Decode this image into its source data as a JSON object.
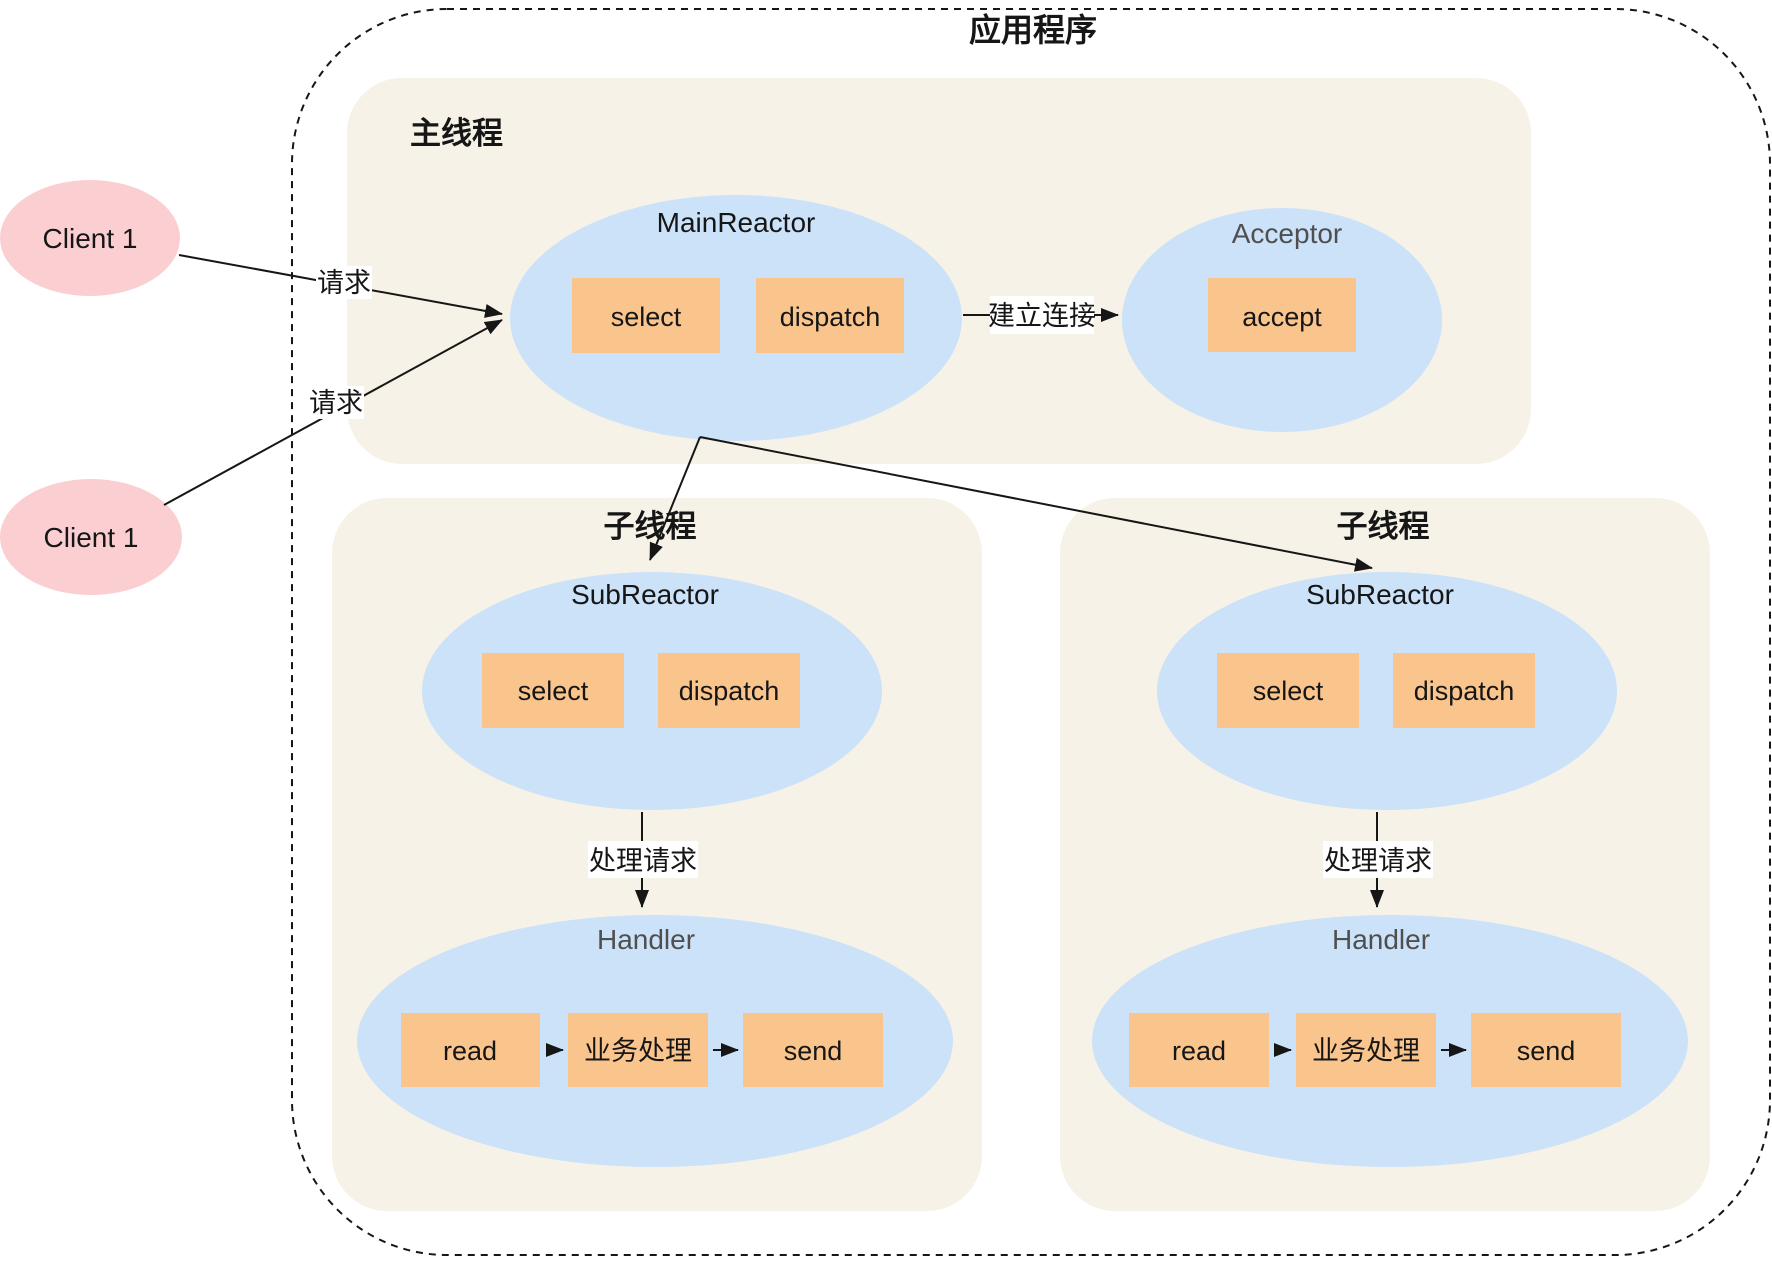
{
  "colors": {
    "canvas": "#ffffff",
    "panel-beige": "#f7f2e7",
    "node-blue": "#cbe2f9",
    "box-orange": "#fac58d",
    "client-pink": "#fbced2",
    "ink": "#161616",
    "muted": "#4f4f4f"
  },
  "diagram": {
    "app_label": "应用程序",
    "clients": [
      {
        "label": "Client 1"
      },
      {
        "label": "Client 1"
      }
    ],
    "request_labels": [
      "请求",
      "请求"
    ],
    "main_thread": {
      "label": "主线程",
      "main_reactor": {
        "title": "MainReactor",
        "boxes": [
          "select",
          "dispatch"
        ]
      },
      "establish_label": "建立连接",
      "acceptor": {
        "title": "Acceptor",
        "boxes": [
          "accept"
        ]
      }
    },
    "sub_threads": [
      {
        "label": "子线程",
        "sub_reactor": {
          "title": "SubReactor",
          "boxes": [
            "select",
            "dispatch"
          ]
        },
        "process_label": "处理请求",
        "handler": {
          "title": "Handler",
          "boxes": [
            "read",
            "业务处理",
            "send"
          ]
        }
      },
      {
        "label": "子线程",
        "sub_reactor": {
          "title": "SubReactor",
          "boxes": [
            "select",
            "dispatch"
          ]
        },
        "process_label": "处理请求",
        "handler": {
          "title": "Handler",
          "boxes": [
            "read",
            "业务处理",
            "send"
          ]
        }
      }
    ]
  }
}
